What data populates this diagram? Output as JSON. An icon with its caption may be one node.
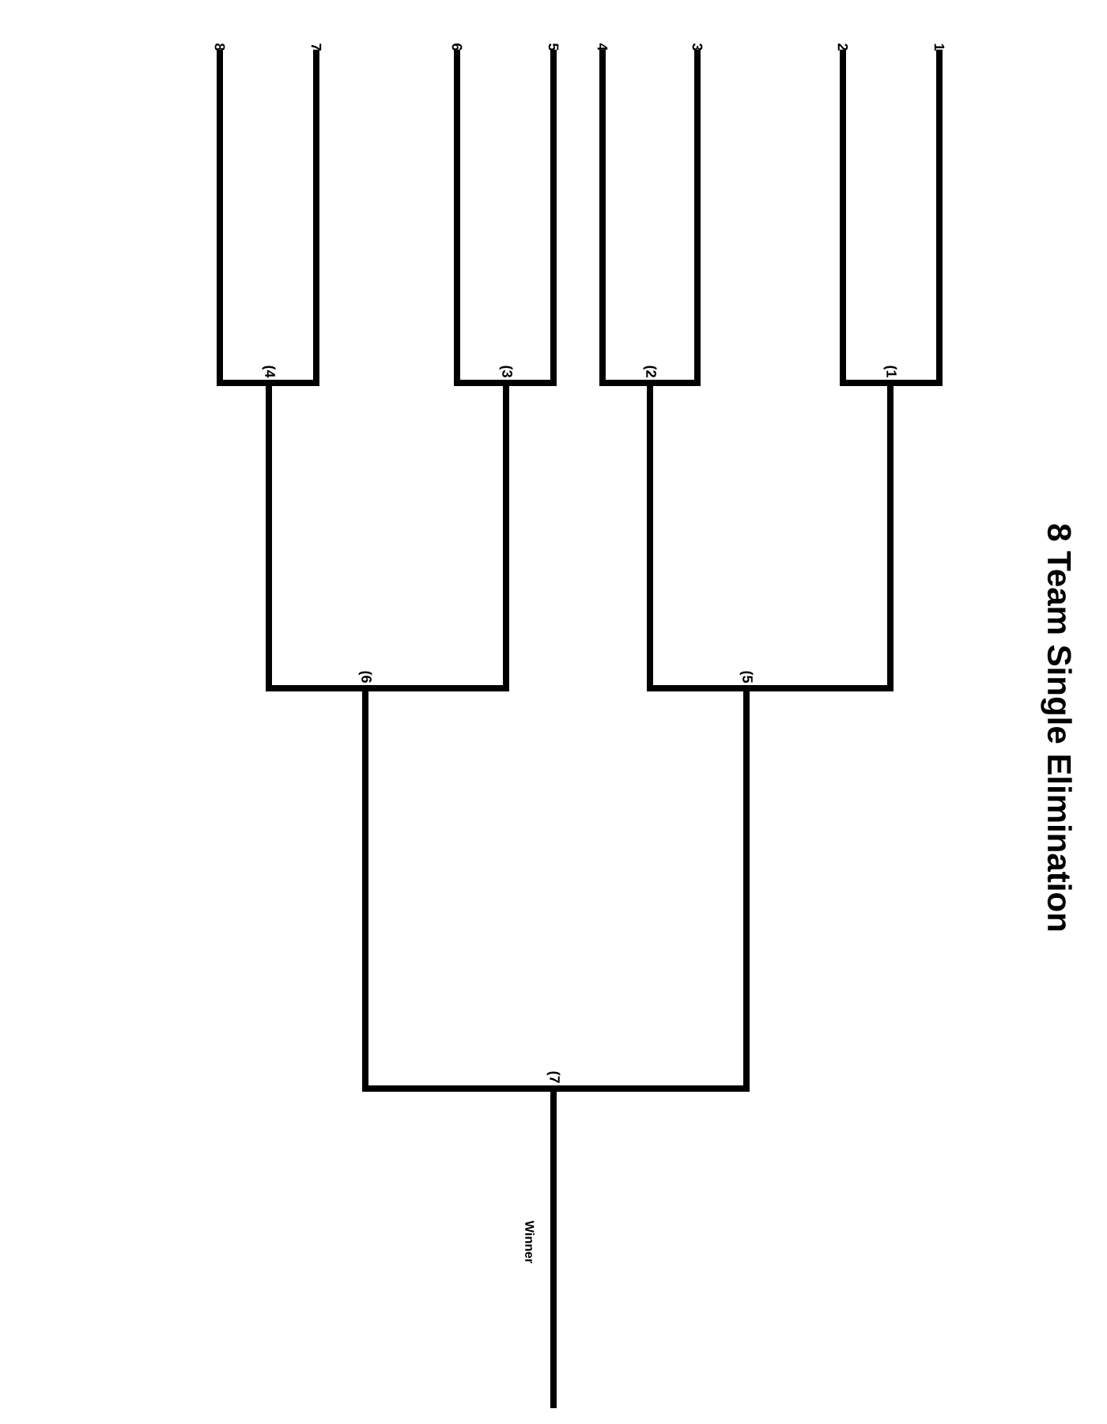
{
  "diagram": {
    "title": "8 Team Single Elimination",
    "nodes": [
      {
        "text": [
          "1"
        ]
      },
      {
        "text": [
          "2"
        ]
      },
      {
        "text": [
          "3"
        ]
      },
      {
        "text": [
          "4"
        ]
      },
      {
        "text": [
          "5"
        ]
      },
      {
        "text": [
          "6"
        ]
      },
      {
        "text": [
          "7"
        ]
      },
      {
        "text": [
          "8"
        ]
      },
      {
        "text": [
          "(1"
        ]
      },
      {
        "text": [
          "(2"
        ]
      },
      {
        "text": [
          "(3"
        ]
      },
      {
        "text": [
          "(4"
        ]
      },
      {
        "text": [
          "(5"
        ]
      },
      {
        "text": [
          "(6"
        ]
      },
      {
        "text": [
          "(7"
        ]
      }
    ],
    "edges": [
      {
        "from": 0,
        "to": 8,
        "arrow": "none"
      },
      {
        "from": 1,
        "to": 8,
        "arrow": "none"
      },
      {
        "from": 2,
        "to": 9,
        "arrow": "none"
      },
      {
        "from": 3,
        "to": 9,
        "arrow": "none"
      },
      {
        "from": 4,
        "to": 10,
        "arrow": "none"
      },
      {
        "from": 5,
        "to": 10,
        "arrow": "none"
      },
      {
        "from": 6,
        "to": 11,
        "arrow": "none"
      },
      {
        "from": 7,
        "to": 11,
        "arrow": "none"
      },
      {
        "from": 8,
        "to": 12,
        "arrow": "none"
      },
      {
        "from": 9,
        "to": 12,
        "arrow": "none"
      },
      {
        "from": 10,
        "to": 13,
        "arrow": "none"
      },
      {
        "from": 11,
        "to": 13,
        "arrow": "none"
      },
      {
        "from": 12,
        "to": 14,
        "arrow": "none"
      },
      {
        "from": 13,
        "to": 14,
        "arrow": "none"
      },
      {
        "from": 14,
        "to": null,
        "arrow": "none",
        "label": "Winner"
      }
    ]
  }
}
